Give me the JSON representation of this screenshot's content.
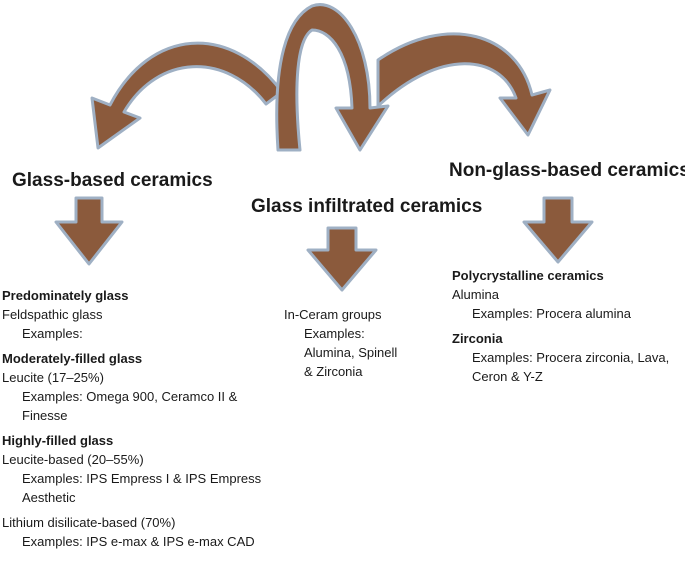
{
  "headings": {
    "left": "Glass-based ceramics",
    "middle": "Glass infiltrated ceramics",
    "right": "Non-glass-based ceramics"
  },
  "left_column": {
    "predominately_title": "Predominately glass",
    "feldspathic": "Feldspathic glass",
    "feldspathic_examples": "Examples:",
    "moderately_title": "Moderately-filled glass",
    "leucite": "Leucite (17–25%)",
    "leucite_examples_1": "Examples: Omega 900, Ceramco II &",
    "leucite_examples_2": "Finesse",
    "highly_title": "Highly-filled glass",
    "leucite_based": "Leucite-based (20–55%)",
    "leucite_based_examples_1": "Examples: IPS Empress I & IPS Empress",
    "leucite_based_examples_2": "Aesthetic",
    "lithium": "Lithium disilicate-based (70%)",
    "lithium_examples": "Examples: IPS e-max & IPS e-max CAD"
  },
  "middle_column": {
    "groups": "In-Ceram groups",
    "examples_label": "Examples:",
    "examples_1": "Alumina, Spinell",
    "examples_2": "& Zirconia"
  },
  "right_column": {
    "poly_title": "Polycrystalline ceramics",
    "alumina": "Alumina",
    "alumina_examples": "Examples: Procera alumina",
    "zirconia_title": "Zirconia",
    "zirconia_examples_1": "Examples: Procera zirconia, Lava,",
    "zirconia_examples_2": "Ceron & Y-Z"
  },
  "colors": {
    "arrow_fill": "#8b5a3c",
    "arrow_stroke": "#9fb0c4"
  }
}
